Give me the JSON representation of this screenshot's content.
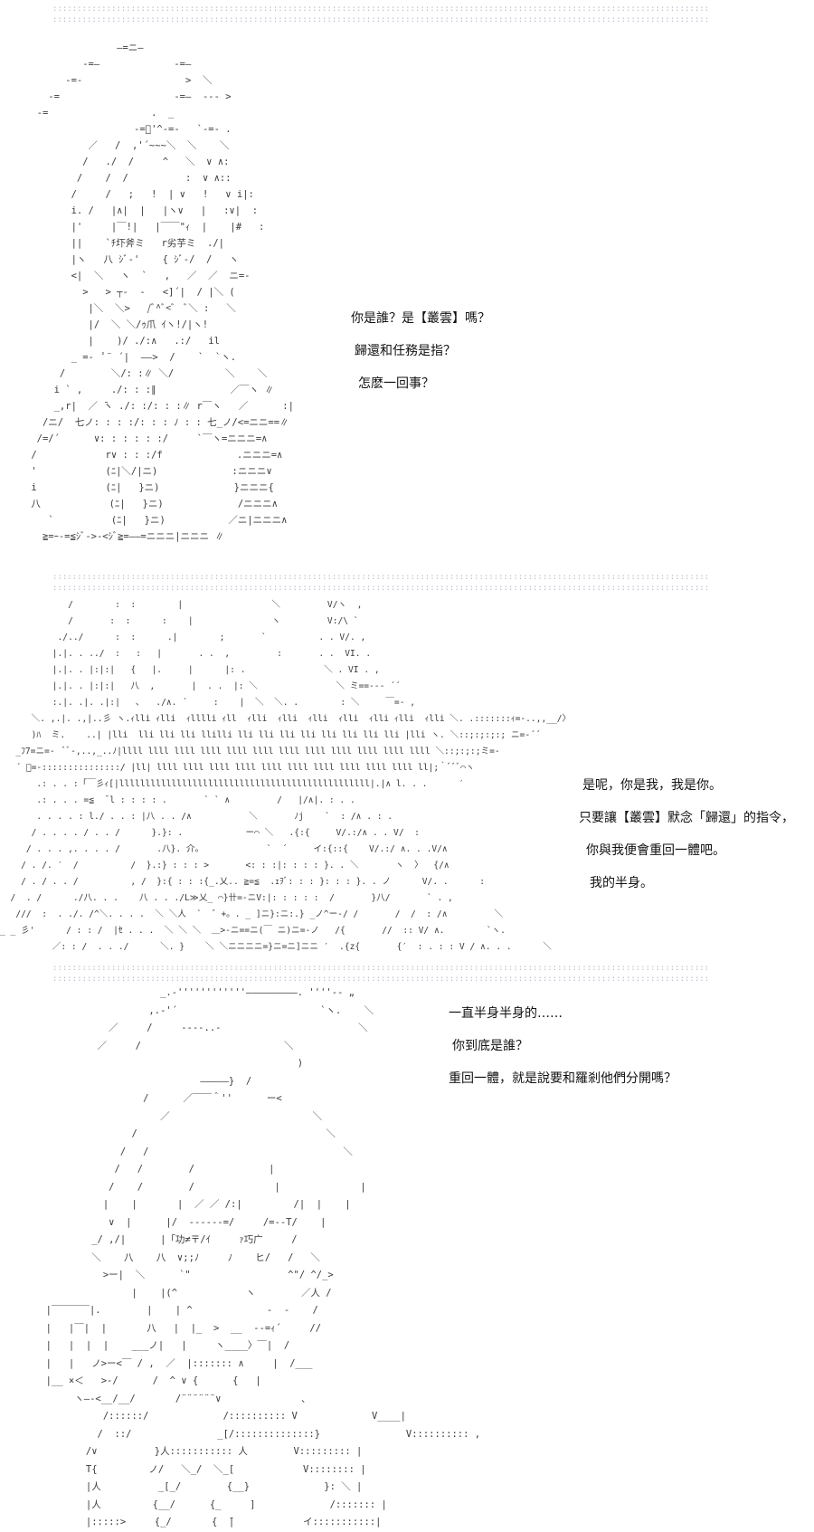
{
  "separator_line": "::::::::::::::::::::::::::::::::::::::::::::::::::::::::::::::::::::::::::::::::::::::::::::::::::::::::::::::::::::::::::::::::::::::",
  "panels": [
    {
      "art_lines": [
        "                —=ニ—",
        "          -=—             -=—",
        "       -=-                  >  ＼",
        "    -=                    -=—  ‐-‐ >",
        "  -=                  .  _",
        "                   -=ﾞ'^-=-   `-=- .",
        "           ／   /  ,'´~~~＼  ＼    ＼",
        "          /   ./  /     ^   ＼  ∨ ∧:",
        "         /    /  /          :  ∨ ∧::",
        "        /     /   ;   !  | ∨   !   ∨ i|:",
        "        i. /   |∧|  |   |ヽ∨   |   :∨|  :",
        "        |'     |￣!|   |￣￣\"ｨ  |    |#   :",
        "        ||    `ﾁ圷斧ミ   r劣芋ミ  ./|",
        "        |ヽ   八 ｼﾞ‐'    { ｼﾞ‐/  /   ヽ",
        "        <|  ＼   ヽ  `   ,   ／  ／  ニ=‐",
        "          >   > ┬-  ‐   <]´|  / |＼ (",
        "           |＼  ＼>   /ﾞ^ﾞ<ﾞ  ﾞ＼ :   ＼",
        "           |/  ＼ ＼/ｩ爪 ｲヽ!/|ヽ! ",
        "           |    )/ ./:∧   .:/   il",
        "        _ =-  ﾟ¨ ´|  ――>  /    `  `ヽ.",
        "      /        ＼/: :∥ ＼/         ＼    ＼",
        "     i ` ,     ./: : :∥             ／￣ヽ ∥",
        "     _,r|  ／ ̄ヽ ./: :/: : :∥ r￣ヽ   ／      :|",
        "   /ニ/  七ノ: : : :/: : : ﾉ : : 七_ノ/<=ニニ==∥",
        "  /=/´      ∨: : : : : :/     `￣ヽ=ニニニ=∧",
        " /            r∨ : : :/f             .ニニニ=∧",
        " '            (ﾆ|＼/|ニ)             :ニニニ∨",
        " i            (ﾆ|   }ニ)             }ニニニ{",
        " 八            (ﾆ|   }ニ)             /ニニニ∧",
        "    `          (ﾆ|   }ニ)           ／ニ|ニニニ∧",
        "   ≧=ｰ‐=≦ｼﾞ‐>‐<ｼﾞ≧=――=ニニニ|ニニニ ∥"
      ],
      "dialogue": [
        "你是誰？是【叢雲】嗎？",
        "歸還和任務是指？",
        "怎麽一回事？"
      ]
    },
    {
      "art_lines": [
        "             /        :  :        |                 ＼         V/ヽ  ,",
        "             /       :  :      :    |               ヽ         V:/\\ `",
        "           ./../      :  :      .|        ;       `          . . V/. ,",
        "          |.|. . ../  :   :   |       . .  ,         :       . .  VI. .",
        "          |.|. . |:|:|   {   |.     |      |: .               ＼ . VI . ,",
        "          |.|. . |:|:|   八  ,       |  . .  |: ＼               ＼ ミ==‐‐‐ ´´",
        "          :.|. .|. .|:|   ､   ./∧. ´     :    |  ＼  ＼. .        : ＼     ￣=- ,",
        "      ＼. ,.|. .,|..彡 ヽ.ｨlli ｨlli  ｨlllli ｨll  ｨlli  ｨlli  ｨlli  ｨlli  ｨlli ｨlli  ｨlli ＼. .:::::::ｨ=-..,,__/〉",
        "      )ﾊ  ミ.    ..| |lli  lli lli lli llilli lli lli lli lli lli lli lli lli |lli ヽ. ＼::;:;:;:; ニ=-´´",
        "   _ﾌ7=ニ=-  ﾞﾞ-,..,_..ﾉ|llll llll llll llll llll llll llll llll llll llll llll llll ＼::;:;:;ミ=-",
        "   ´ ﾞ=-:::::::::::::::/ |ll| llll llll llll llll llll llll llll llll llll llll ll|;｀ﾞﾞﾞ⌒ヽ",
        "       .: . . :「￣彡ｨ[|llllllllllllllllllllllllllllllllllllllllllllllll|.|∧ l. . .      ′",
        "       .: . . . =≦  ̄ l : : : : .       ` ` ∧         /   |/∧|. : . .",
        "       . . . . : l./ . . : |八 . . /∧           ＼       ﾉj    `  : /∧ . : .",
        "      / . . . . / . . /      }.}: .            ー⌒ ＼   .{:{     V/.:/∧ . . V/  :",
        "     / . . . ,. . . . /       .八}. 介。            `  ´     イ:{::{    V/.:/ ∧. . .V/∧",
        "    / . /. ′  /          /  }.:} : : : >       <: : :|: : : : }. . ＼       ヽ  〉  {/∧",
        "    / . / . . /          , /  }:{ : : :{_.乂.. ≧=≦  .ｪｦﾞ: : : }: : : }. . ノ      V/. .      :",
        "  /  . /      ./八. . .    八 . . ./L≫乂_ ⌒}卄=‐ニV:|: : : : :  /       }八/       ` . ,",
        "   ///  :  . ./. /^＼. . . .  ＼ ＼人  `  ゛+。. _ ]ニ}:ニ:.} _ノ^ー‐/ /       /  /  : /∧         ＼",
        "_ _ 彡'      / : : /  |ｾ . . .  ＼ ＼ ＼  ＿>‐ニ==ニ(￣ ニ)ニ=‐ノ   /{       //  :: V/ ∧.        `ヽ.",
        "          ／: : /  . . ./      ＼. }    ＼ ＼ニニニニ=}ニ=ニ]ニニ ′  .{z{       {′  : . : : V / ∧. . .      ＼"
      ],
      "dialogue": [
        "是呢，你是我，我是你。",
        "只要讓【叢雲】默念「歸還」的指令，",
        "你與我便會重回一體吧。",
        "我的半身。"
      ]
    },
    {
      "art_lines": [
        "                      _.-''''''''''''―――――――――. ''''‐‐ „",
        "                    ,.-'´                         `ヽ.    ＼",
        "             ／     /     ----..-                        ＼",
        "           ／     /                         ＼",
        "                                              )",
        "                             ―――――}  /",
        "                   /      ／￣￣＾''      ー<",
        "                      ／                         ＼",
        "                 /                                 ＼",
        "               /   /                                  ＼",
        "              /   /        /             |",
        "             /    /        /              |              |",
        "            |    |       |  ／ ／ /:|         /|  |    |",
        "             ∨  |      |/  ‐-----=/     /=‐-T/    |",
        "          _/ ,/|      |「功≠〒/ｲ     ｧ巧广     /",
        "          ＼    八    八  ∨;;ﾉ     ﾉ    ヒ/   /   ＼",
        "            >ー|  ＼      `\"                 ^\"/ ^/_>",
        "                 |    |(^            ヽ        ／人 /",
        "  |￣￣￣￣|.        |    | ^             -  -    /",
        "  |   |￣|  |       八   |  |_  >  __  --=ｨ´     //",
        "  |   |  |  |    ___ノ|   |     ヽ____〉￣|  /",
        "  |   |   ノ>ー<￣ / ,  ／  |::::::: ∧     |  /___",
        "  |__ ×＜   >-/      /  ^ ∨ {      {   |",
        "       ヽ―-<__/__/       /¨¨¨¨¨¨∨              、",
        "            /::::::/             /:::::::::: V             V____|",
        "           /  ::/               _[/::::::::::::::}               V:::::::::: ,",
        "         /∨          }人::::::::::: 人        V::::::::: |",
        "         T{         ノ/   ＼_/  ＼_[            V:::::::: |",
        "         |人          _[_/        {__}             }: ＼ |",
        "         |人         {__/      {_     ]             /::::::: |",
        "         |:::::>     {_/       {  ̄|            イ:::::::::::|"
      ],
      "dialogue": [
        "一直半身半身的……",
        "你到底是誰？",
        "重回一體，就是說要和羅剎他們分開嗎？"
      ]
    }
  ]
}
